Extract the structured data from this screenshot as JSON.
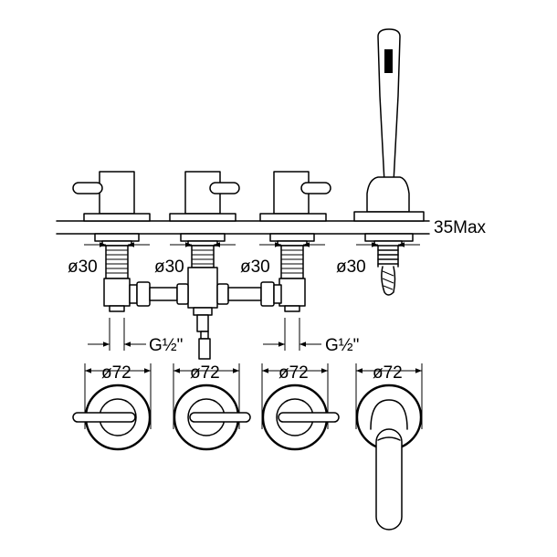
{
  "labels": {
    "deck_thickness": "35Max",
    "hole_diameter": "ø30",
    "thread_size": "G½\"",
    "rosette_diameter": "ø72"
  },
  "icons": {
    "dimension_arrow": "arrow-icon"
  }
}
